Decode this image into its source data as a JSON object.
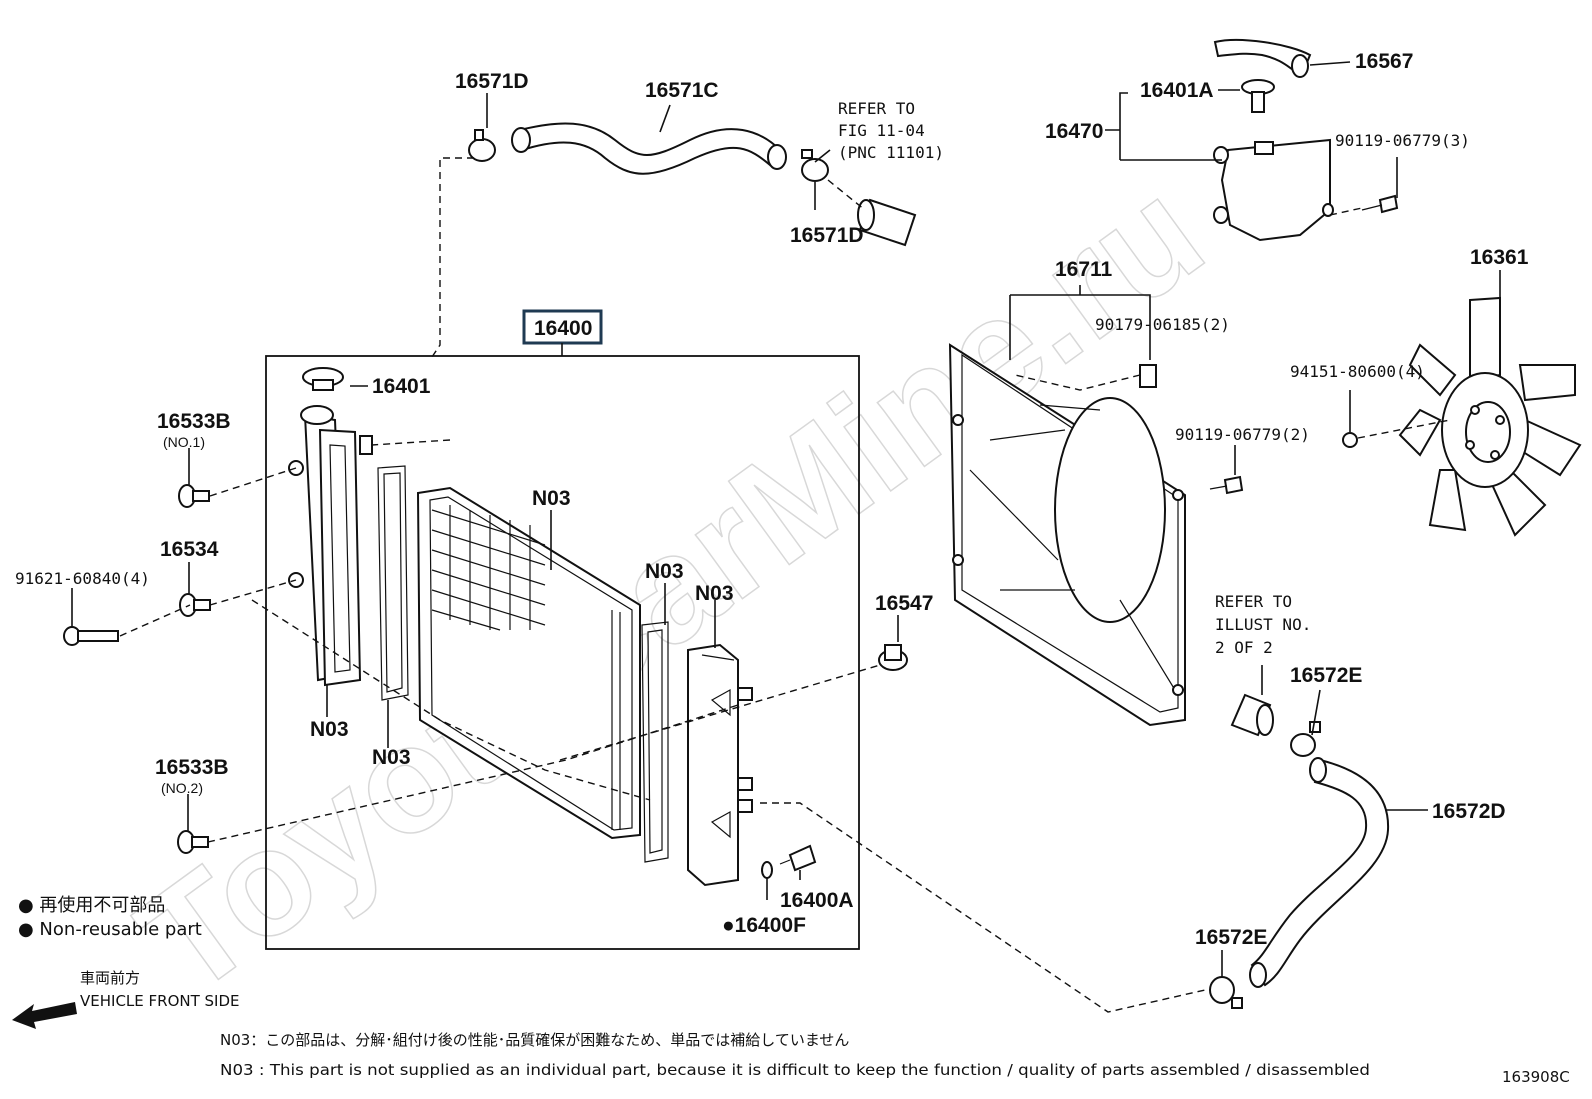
{
  "watermark": "ToyotaCarMine.ru",
  "assembly_label": "16400",
  "figure_code": "163908C",
  "callouts": {
    "c16571D_top": "16571D",
    "c16571C": "16571C",
    "c16571D_bottom": "16571D",
    "c16567": "16567",
    "c16401A": "16401A",
    "c16470": "16470",
    "c90119_3": "90119-06779(3)",
    "c16711": "16711",
    "c90179": "90179-06185(2)",
    "c16361": "16361",
    "c94151": "94151-80600(4)",
    "c90119_2": "90119-06779(2)",
    "c16401": "16401",
    "c16533B_1": "16533B",
    "c16533B_1_sub": "(NO.1)",
    "c16534": "16534",
    "c91621": "91621-60840(4)",
    "cN03_core": "N03",
    "cN03_mid": "N03",
    "cN03_right": "N03",
    "cN03_left": "N03",
    "cN03_gasket": "N03",
    "c16547": "16547",
    "c16533B_2": "16533B",
    "c16533B_2_sub": "(NO.2)",
    "c16400A": "16400A",
    "c16400F": "●16400F",
    "c16572E_top": "16572E",
    "c16572D": "16572D",
    "c16572E_bottom": "16572E"
  },
  "refer_fig": [
    "REFER TO",
    "FIG 11-04",
    "(PNC 11101)"
  ],
  "refer_illust": [
    "REFER TO",
    "ILLUST NO.",
    "2 OF 2"
  ],
  "legend": {
    "jp": "● 再使用不可部品",
    "en": "● Non-reusable part"
  },
  "direction": {
    "jp": "車両前方",
    "en": "VEHICLE FRONT SIDE"
  },
  "notes": {
    "jp": "N03：この部品は、分解･組付け後の性能･品質確保が困難なため、単品では補給していません",
    "en": "N03 : This part is not supplied as an individual part, because it is difficult to keep the function / quality of parts assembled / disassembled"
  }
}
